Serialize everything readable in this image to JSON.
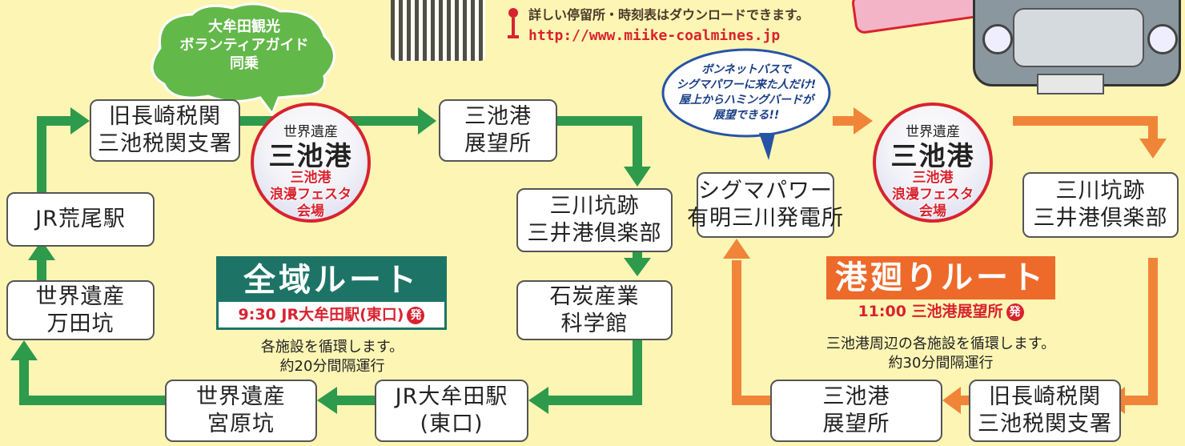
{
  "header": {
    "download_note": "詳しい停留所・時刻表はダウンロードできます。",
    "url": "http://www.miike-coalmines.jp"
  },
  "guide_bubble": [
    "大牟田観光",
    "ボランティアガイド",
    "同乗"
  ],
  "bonnet_bubble": [
    "ボンネットバスで",
    "シグマパワーに来た人だけ!",
    "屋上からハミングバードが",
    "展望できる!!"
  ],
  "hub": {
    "top": "世界遺産",
    "name": "三池港",
    "event": [
      "三池港",
      "浪漫フェスタ",
      "会場"
    ]
  },
  "zeniki": {
    "title": "全域ルート",
    "departure": "9:30 JR大牟田駅(東口)",
    "badge": "発",
    "note": [
      "各施設を循環します。",
      "約20分間隔運行"
    ],
    "stops": {
      "nagasaki": [
        "旧長崎税関",
        "三池税関支署"
      ],
      "tenbo": [
        "三池港",
        "展望所"
      ],
      "mikawa": [
        "三川坑跡",
        "三井港倶楽部"
      ],
      "sekitan": [
        "石炭産業",
        "科学館"
      ],
      "omuta": [
        "JR大牟田駅",
        "(東口)"
      ],
      "miyanohara": [
        "世界遺産",
        "宮原坑"
      ],
      "manda": [
        "世界遺産",
        "万田坑"
      ],
      "arao": [
        "JR荒尾駅"
      ]
    }
  },
  "minato": {
    "title": "港廻りルート",
    "departure": "11:00 三池港展望所",
    "badge": "発",
    "note": [
      "三池港周辺の各施設を循環します。",
      "約30分間隔運行"
    ],
    "stops": {
      "sigma": [
        "シグマパワー",
        "有明三川発電所"
      ],
      "mikawa": [
        "三川坑跡",
        "三井港倶楽部"
      ],
      "nagasaki": [
        "旧長崎税関",
        "三池税関支署"
      ],
      "tenbo": [
        "三池港",
        "展望所"
      ]
    }
  },
  "colors": {
    "background": "#fdf5b4",
    "green_route": "#2e9a4c",
    "orange_route": "#f0853a",
    "teal_title": "#1d7466",
    "orange_title": "#ee6a2a",
    "red": "#d8232f"
  }
}
